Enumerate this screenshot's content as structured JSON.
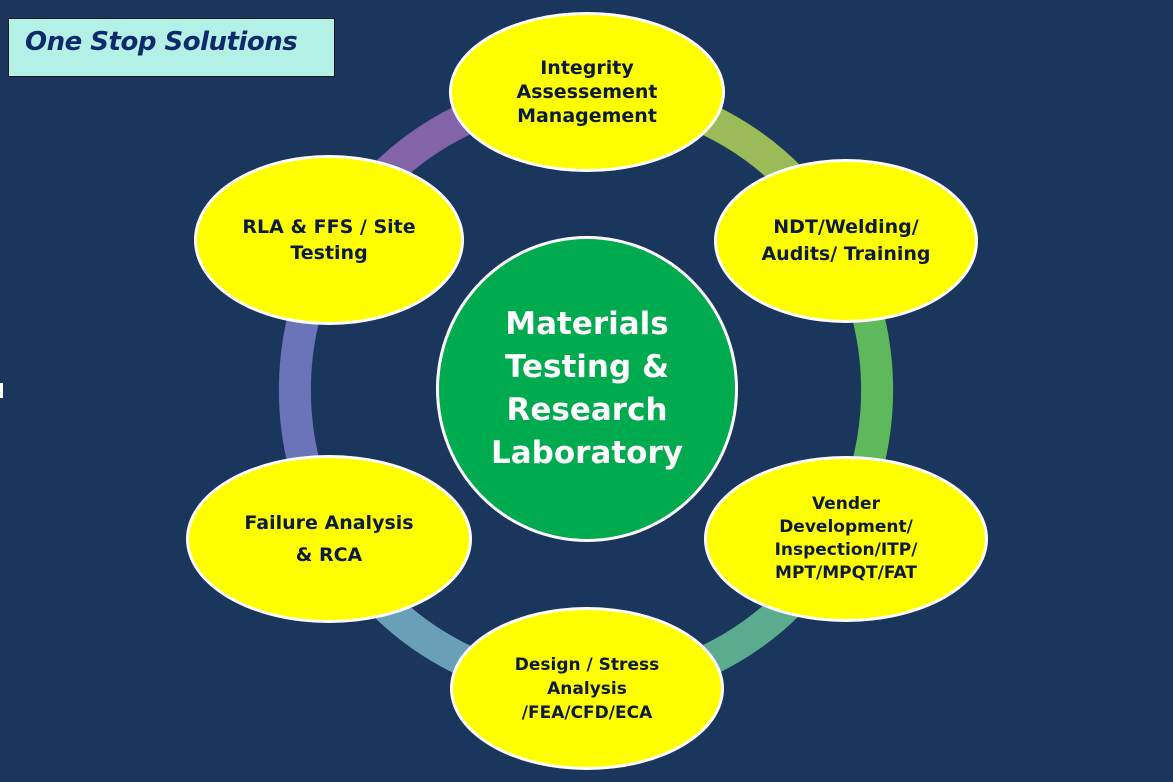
{
  "title": "One Stop Solutions",
  "center": [
    "Materials",
    "Testing &",
    "Research",
    "Laboratory"
  ],
  "nodes": [
    {
      "id": "integrity",
      "lines": [
        "Integrity",
        "Assessement",
        "Management"
      ]
    },
    {
      "id": "ndt",
      "lines": [
        "NDT/Welding/",
        "Audits/ Training"
      ]
    },
    {
      "id": "vender",
      "lines": [
        "Vender",
        "Development/",
        "Inspection/ITP/",
        "MPT/MPQT/FAT"
      ]
    },
    {
      "id": "design",
      "lines": [
        "Design / Stress",
        "Analysis",
        "/FEA/CFD/ECA"
      ]
    },
    {
      "id": "failure",
      "lines": [
        "Failure Analysis",
        "& RCA"
      ]
    },
    {
      "id": "rla",
      "lines": [
        "RLA & FFS / Site",
        "Testing"
      ]
    }
  ],
  "colors": {
    "background": "#1b365d",
    "node_fill": "#ffff00",
    "center_fill": "#00aa4f",
    "title_fill": "#b3f0e6",
    "ring_segments": [
      "#9bbb59",
      "#5fb85b",
      "#5bab8f",
      "#6a9fb8",
      "#6a74b8",
      "#8464a8"
    ]
  }
}
